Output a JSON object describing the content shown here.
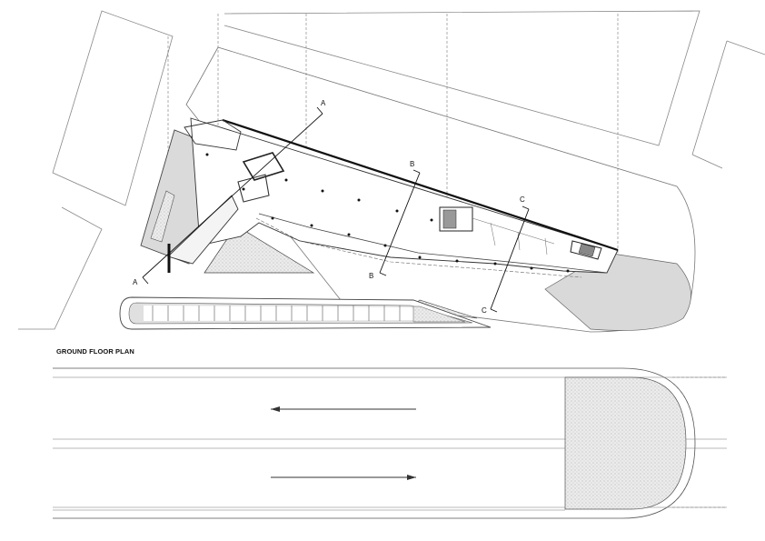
{
  "plan": {
    "title": "GROUND FLOOR PLAN",
    "section_markers": {
      "a_start": "A",
      "a_end": "A",
      "b_start": "B",
      "b_end": "B",
      "c_start": "C",
      "c_end": "C"
    },
    "colors": {
      "line": "#555555",
      "heavy": "#111111",
      "fill": "#d9d9d9",
      "stipple": "#bdbdbd"
    }
  }
}
